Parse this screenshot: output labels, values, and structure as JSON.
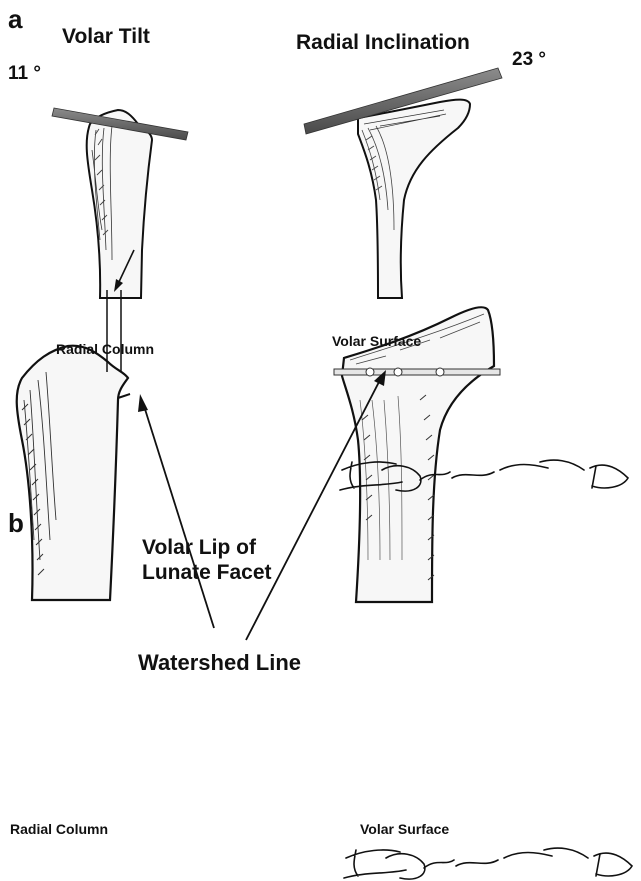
{
  "panel_a": {
    "letter": "a",
    "left_title": "Volar Tilt",
    "right_title": "Radial Inclination",
    "left_angle": "11 °",
    "right_angle": "23 °",
    "left_caption": "Radial Column",
    "right_caption": "Volar Surface"
  },
  "panel_b": {
    "letter": "b",
    "lip_label_line1": "Volar Lip of",
    "lip_label_line2": "Lunate Facet",
    "watershed_label": "Watershed Line",
    "left_caption": "Radial Column",
    "right_caption": "Volar Surface"
  },
  "signature": "Ian Dunson MD",
  "colors": {
    "ink": "#111111",
    "bar_dark": "#555555",
    "bar_light": "#9a9a9a",
    "bone_fill": "#f7f7f7"
  }
}
